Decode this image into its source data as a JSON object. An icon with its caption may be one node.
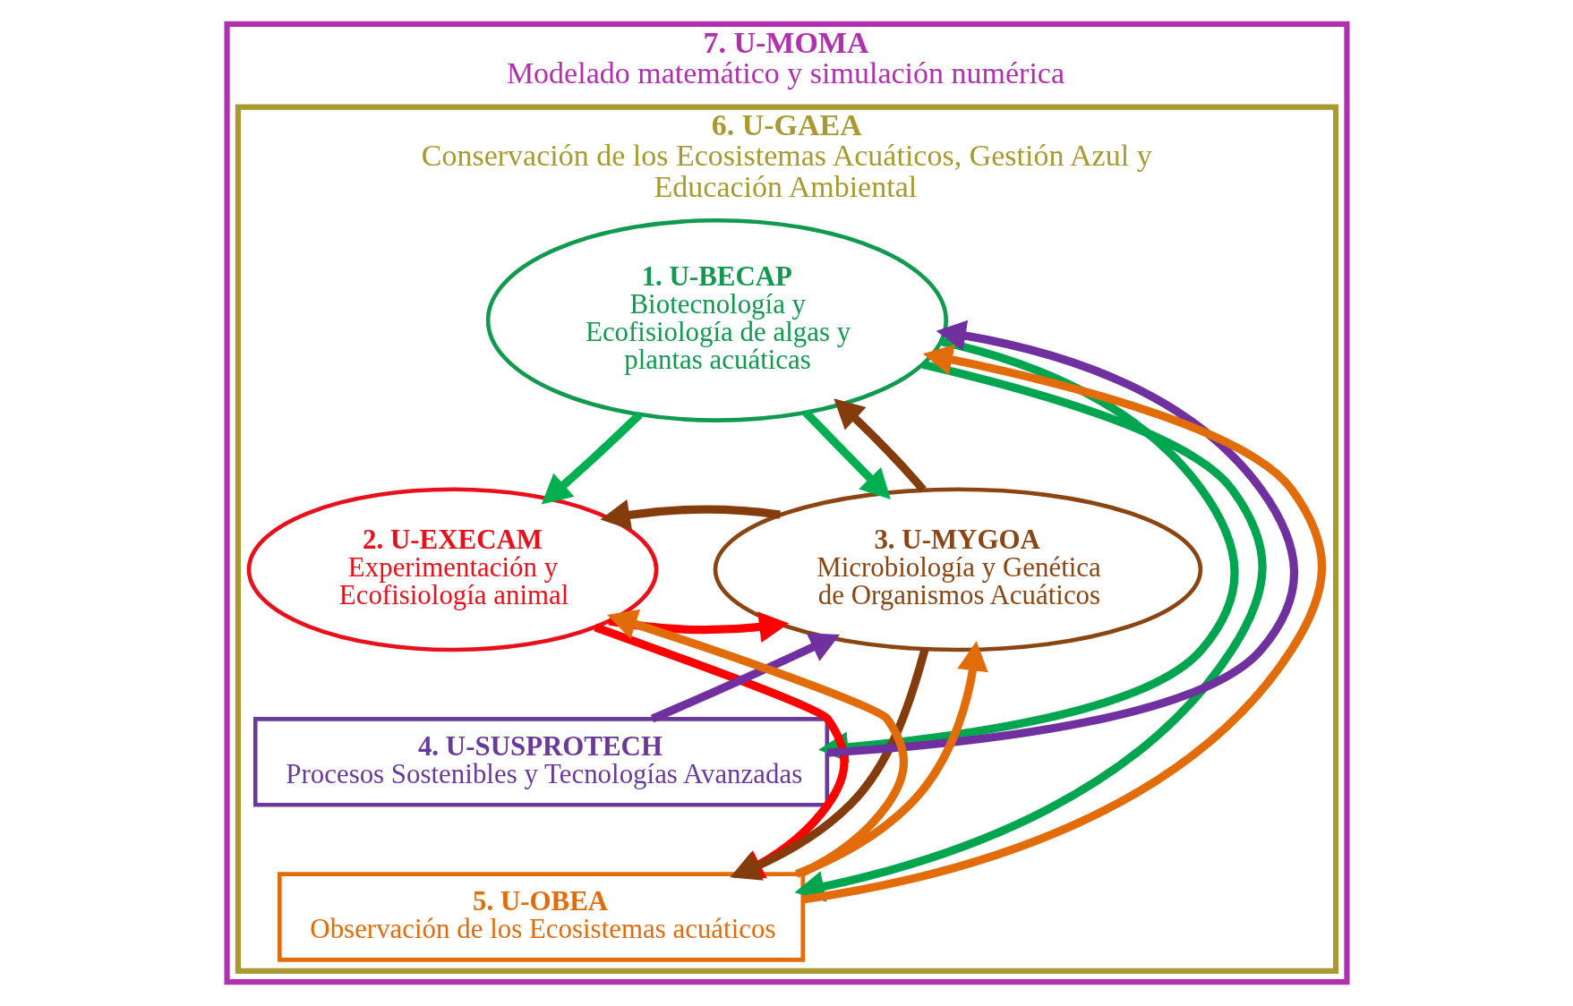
{
  "diagram": {
    "nodes": [
      {
        "text": [
          "7. U-MOMA",
          "Modelado matemático y simulación numérica"
        ]
      },
      {
        "text": [
          "6. U-GAEA",
          "Conservación de los Ecosistemas Acuáticos, Gestión Azul y Educación Ambiental"
        ],
        "in": 0
      },
      {
        "text": [
          "1. U-BECAP",
          "Biotecnología y Ecofisiología de algas y plantas acuáticas"
        ],
        "in": 1
      },
      {
        "text": [
          "2. U-EXECAM",
          "Experimentación y Ecofisiología animal"
        ],
        "in": 1
      },
      {
        "text": [
          "3. U-MYGOA",
          "Microbiología y Genética de Organismos Acuáticos"
        ],
        "in": 1
      },
      {
        "text": [
          "4. U-SUSPROTECH",
          "Procesos Sostenibles y Tecnologías Avanzadas"
        ],
        "in": 1
      },
      {
        "text": [
          "5. U-OBEA",
          "Observación de los Ecosistemas acuáticos"
        ],
        "in": 1
      }
    ],
    "edges": [
      {
        "from": 6,
        "to": 2,
        "arrow": "to",
        "color": "#e36c0a"
      },
      {
        "from": 6,
        "to": 3,
        "arrow": "to",
        "color": "#e36c0a"
      },
      {
        "from": 6,
        "to": 4,
        "arrow": "to",
        "color": "#e36c0a"
      },
      {
        "from": 2,
        "to": 3,
        "arrow": "to",
        "color": "#00b050"
      },
      {
        "from": 2,
        "to": 4,
        "arrow": "to",
        "color": "#00b050"
      },
      {
        "from": 2,
        "to": 5,
        "arrow": "to",
        "color": "#00a550"
      },
      {
        "from": 2,
        "to": 6,
        "arrow": "to",
        "color": "#00a550"
      },
      {
        "from": 3,
        "to": 4,
        "arrow": "to",
        "color": "#ff0000"
      },
      {
        "from": 3,
        "to": 6,
        "arrow": "to",
        "color": "#ff0000"
      },
      {
        "from": 4,
        "to": 2,
        "arrow": "to",
        "color": "#843c0c"
      },
      {
        "from": 4,
        "to": 3,
        "arrow": "to",
        "color": "#843c0c"
      },
      {
        "from": 4,
        "to": 6,
        "arrow": "to",
        "color": "#843c0c"
      },
      {
        "from": 5,
        "to": 2,
        "arrow": "to",
        "color": "#7030a0"
      },
      {
        "from": 5,
        "to": 4,
        "arrow": "to",
        "color": "#7030a0"
      }
    ]
  }
}
